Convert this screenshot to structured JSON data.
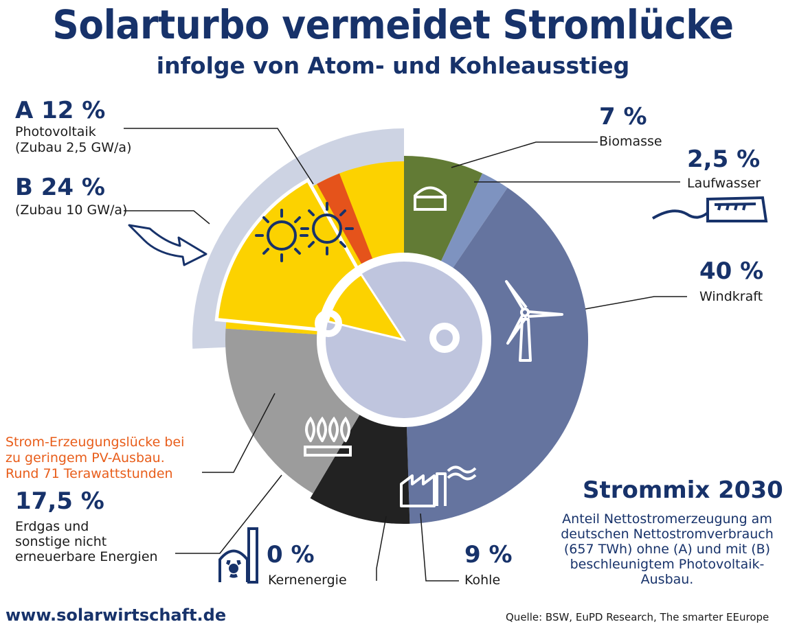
{
  "header": {
    "title": "Solarturbo vermeidet Stromlücke",
    "subtitle": "infolge von Atom- und Kohleausstieg"
  },
  "labels": {
    "pv_a_pct": "A 12 %",
    "pv_a_text_1": "Photovoltaik",
    "pv_a_text_2": "(Zubau 2,5 GW/a)",
    "pv_b_pct": "B 24 %",
    "pv_b_text": "(Zubau 10 GW/a)",
    "biomasse_pct": "7 %",
    "biomasse_text": "Biomasse",
    "laufwasser_pct": "2,5 %",
    "laufwasser_text": "Laufwasser",
    "windkraft_pct": "40 %",
    "windkraft_text": "Windkraft",
    "gap_1": "Strom-Erzeugungslücke bei",
    "gap_2": "zu geringem PV-Ausbau.",
    "gap_3": "Rund 71 Terawattstunden",
    "erdgas_pct": "17,5 %",
    "erdgas_1": "Erdgas und",
    "erdgas_2": "sonstige nicht",
    "erdgas_3": "erneuerbare Energien",
    "kern_pct": "0 %",
    "kern_text": "Kernenergie",
    "kohle_pct": "9 %",
    "kohle_text": "Kohle",
    "mix_title": "Strommix 2030",
    "mix_desc_1": "Anteil Nettostromerzeugung am",
    "mix_desc_2": "deutschen Nettostromverbrauch",
    "mix_desc_3": "(657 TWh) ohne (A) und mit (B)",
    "mix_desc_4": "beschleunigtem Photovoltaik-",
    "mix_desc_5": "Ausbau."
  },
  "footer": {
    "website": "www.solarwirtschaft.de",
    "source": "Quelle: BSW, EuPD Research, The smarter EEurope"
  },
  "colors": {
    "biomasse": "#627b35",
    "laufwasser": "#7e93c0",
    "windkraft": "#65749f",
    "kohle": "#222222",
    "erdgas": "#9c9c9c",
    "photovoltaik": "#fcd200",
    "pv_extension": "#cdd3e3",
    "gap": "#e5531b",
    "center": "#bfc5de",
    "title": "#17326a"
  },
  "chart_data": {
    "type": "pie",
    "title": "Solarturbo vermeidet Stromlücke",
    "subtitle": "infolge von Atom- und Kohleausstieg",
    "unit": "%",
    "slices": [
      {
        "name": "Biomasse",
        "value": 7
      },
      {
        "name": "Laufwasser",
        "value": 2.5
      },
      {
        "name": "Windkraft",
        "value": 40
      },
      {
        "name": "Kohle",
        "value": 9
      },
      {
        "name": "Kernenergie",
        "value": 0
      },
      {
        "name": "Erdgas und sonstige nicht erneuerbare Energien",
        "value": 17.5
      },
      {
        "name": "Photovoltaik (A, Zubau 2,5 GW/a)",
        "value": 12
      },
      {
        "name": "Photovoltaik (B, Zubau 10 GW/a)",
        "value": 24
      }
    ],
    "gap_twh": 71,
    "total_consumption_twh": 657
  }
}
